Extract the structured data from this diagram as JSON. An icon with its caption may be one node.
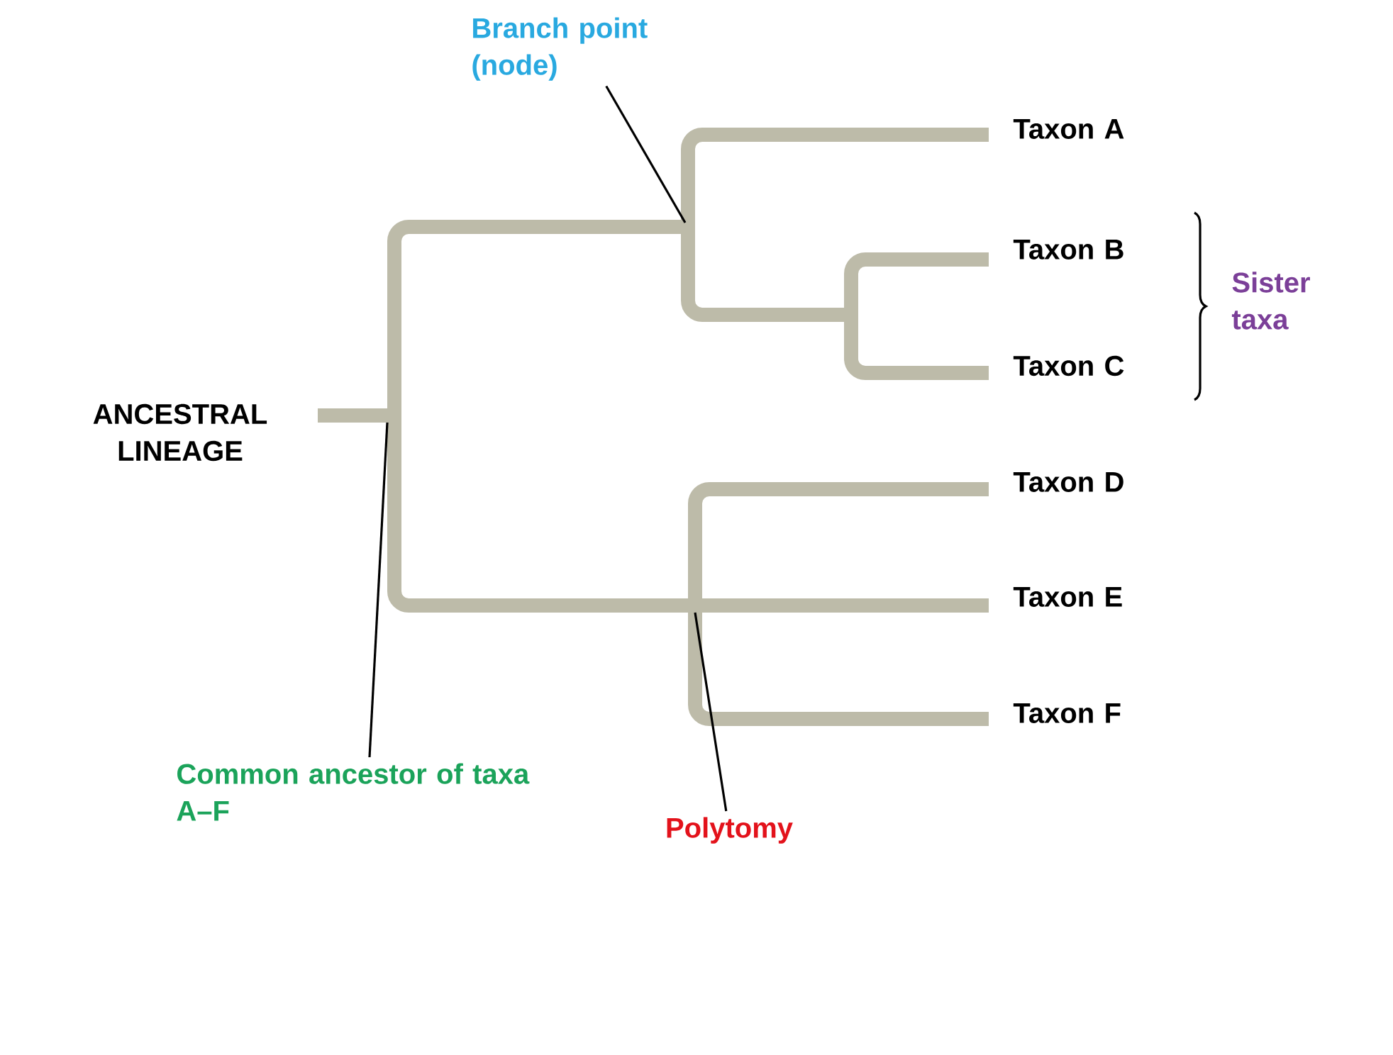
{
  "diagram": {
    "nodes": [
      {
        "text": [
          "Branch point (node)"
        ]
      },
      {
        "text": [
          "Common ancestor of taxa A–F"
        ]
      },
      {
        "text": [
          "Polytomy"
        ]
      }
    ],
    "edges": [
      {
        "from": 0,
        "to": null,
        "arrow": "none"
      },
      {
        "from": 1,
        "to": null,
        "arrow": "none"
      },
      {
        "from": 2,
        "to": null,
        "arrow": "none"
      }
    ],
    "labels": [
      "Taxon A",
      "Taxon B",
      "Sister taxa",
      "Taxon C",
      "ANCESTRAL LINEAGE",
      "Taxon D",
      "Taxon E",
      "Taxon F"
    ]
  }
}
